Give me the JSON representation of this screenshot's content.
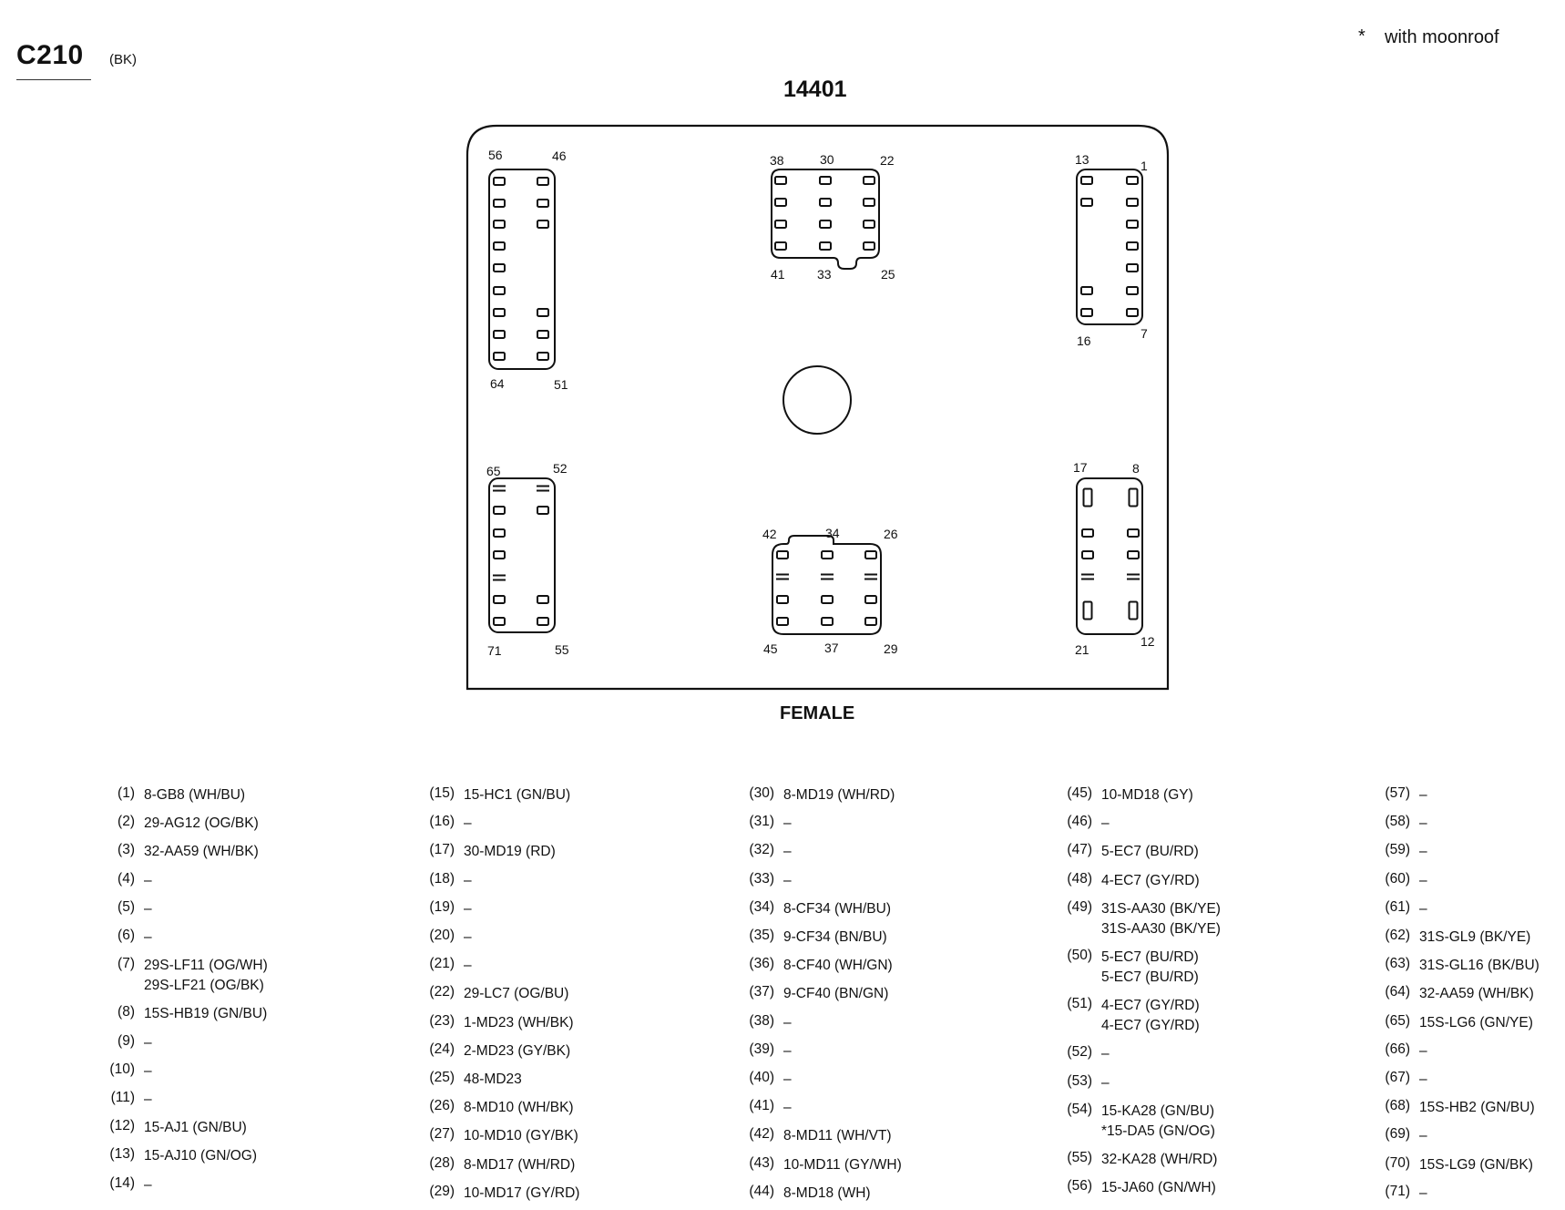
{
  "connector": {
    "id": "C210",
    "color": "(BK)",
    "part_number": "14401",
    "gender": "FEMALE"
  },
  "legend": {
    "symbol": "*",
    "text": "with moonroof"
  },
  "cavity_labels": {
    "b1": [
      "56",
      "46",
      "64",
      "51"
    ],
    "b2": [
      "38",
      "30",
      "22",
      "41",
      "33",
      "25"
    ],
    "b3": [
      "13",
      "1",
      "16",
      "7"
    ],
    "b4": [
      "65",
      "52",
      "71",
      "55"
    ],
    "b5": [
      "42",
      "34",
      "26",
      "45",
      "37",
      "29"
    ],
    "b6": [
      "17",
      "8",
      "21",
      "12"
    ]
  },
  "pins": [
    [
      {
        "n": "(1)",
        "w": [
          "8-GB8 (WH/BU)"
        ]
      },
      {
        "n": "(2)",
        "w": [
          "29-AG12 (OG/BK)"
        ]
      },
      {
        "n": "(3)",
        "w": [
          "32-AA59 (WH/BK)"
        ]
      },
      {
        "n": "(4)",
        "w": [
          "–"
        ]
      },
      {
        "n": "(5)",
        "w": [
          "–"
        ]
      },
      {
        "n": "(6)",
        "w": [
          "–"
        ]
      },
      {
        "n": "(7)",
        "w": [
          "29S-LF11 (OG/WH)",
          "29S-LF21 (OG/BK)"
        ]
      },
      {
        "n": "(8)",
        "w": [
          "15S-HB19 (GN/BU)"
        ]
      },
      {
        "n": "(9)",
        "w": [
          "–"
        ]
      },
      {
        "n": "(10)",
        "w": [
          "–"
        ]
      },
      {
        "n": "(11)",
        "w": [
          "–"
        ]
      },
      {
        "n": "(12)",
        "w": [
          "15-AJ1 (GN/BU)"
        ]
      },
      {
        "n": "(13)",
        "w": [
          "15-AJ10 (GN/OG)"
        ]
      },
      {
        "n": "(14)",
        "w": [
          "–"
        ]
      }
    ],
    [
      {
        "n": "(15)",
        "w": [
          "15-HC1 (GN/BU)"
        ]
      },
      {
        "n": "(16)",
        "w": [
          "–"
        ]
      },
      {
        "n": "(17)",
        "w": [
          "30-MD19 (RD)"
        ]
      },
      {
        "n": "(18)",
        "w": [
          "–"
        ]
      },
      {
        "n": "(19)",
        "w": [
          "–"
        ]
      },
      {
        "n": "(20)",
        "w": [
          "–"
        ]
      },
      {
        "n": "(21)",
        "w": [
          "–"
        ]
      },
      {
        "n": "(22)",
        "w": [
          "29-LC7 (OG/BU)"
        ]
      },
      {
        "n": "(23)",
        "w": [
          "1-MD23 (WH/BK)"
        ]
      },
      {
        "n": "(24)",
        "w": [
          "2-MD23 (GY/BK)"
        ]
      },
      {
        "n": "(25)",
        "w": [
          "48-MD23"
        ]
      },
      {
        "n": "(26)",
        "w": [
          "8-MD10 (WH/BK)"
        ]
      },
      {
        "n": "(27)",
        "w": [
          "10-MD10 (GY/BK)"
        ]
      },
      {
        "n": "(28)",
        "w": [
          "8-MD17 (WH/RD)"
        ]
      },
      {
        "n": "(29)",
        "w": [
          "10-MD17 (GY/RD)"
        ]
      }
    ],
    [
      {
        "n": "(30)",
        "w": [
          "8-MD19 (WH/RD)"
        ]
      },
      {
        "n": "(31)",
        "w": [
          "–"
        ]
      },
      {
        "n": "(32)",
        "w": [
          "–"
        ]
      },
      {
        "n": "(33)",
        "w": [
          "–"
        ]
      },
      {
        "n": "(34)",
        "w": [
          "8-CF34 (WH/BU)"
        ]
      },
      {
        "n": "(35)",
        "w": [
          "9-CF34 (BN/BU)"
        ]
      },
      {
        "n": "(36)",
        "w": [
          "8-CF40 (WH/GN)"
        ]
      },
      {
        "n": "(37)",
        "w": [
          "9-CF40 (BN/GN)"
        ]
      },
      {
        "n": "(38)",
        "w": [
          "–"
        ]
      },
      {
        "n": "(39)",
        "w": [
          "–"
        ]
      },
      {
        "n": "(40)",
        "w": [
          "–"
        ]
      },
      {
        "n": "(41)",
        "w": [
          "–"
        ]
      },
      {
        "n": "(42)",
        "w": [
          "8-MD11 (WH/VT)"
        ]
      },
      {
        "n": "(43)",
        "w": [
          "10-MD11 (GY/WH)"
        ]
      },
      {
        "n": "(44)",
        "w": [
          "8-MD18 (WH)"
        ]
      }
    ],
    [
      {
        "n": "(45)",
        "w": [
          "10-MD18 (GY)"
        ]
      },
      {
        "n": "(46)",
        "w": [
          "–"
        ]
      },
      {
        "n": "(47)",
        "w": [
          "5-EC7 (BU/RD)"
        ]
      },
      {
        "n": "(48)",
        "w": [
          "4-EC7 (GY/RD)"
        ]
      },
      {
        "n": "(49)",
        "w": [
          "31S-AA30 (BK/YE)",
          "31S-AA30 (BK/YE)"
        ]
      },
      {
        "n": "(50)",
        "w": [
          "5-EC7 (BU/RD)",
          "5-EC7 (BU/RD)"
        ]
      },
      {
        "n": "(51)",
        "w": [
          "4-EC7 (GY/RD)",
          "4-EC7 (GY/RD)"
        ]
      },
      {
        "n": "(52)",
        "w": [
          "–"
        ]
      },
      {
        "n": "(53)",
        "w": [
          "–"
        ]
      },
      {
        "n": "(54)",
        "w": [
          "15-KA28 (GN/BU)",
          "*15-DA5 (GN/OG)"
        ]
      },
      {
        "n": "(55)",
        "w": [
          "32-KA28 (WH/RD)"
        ]
      },
      {
        "n": "(56)",
        "w": [
          "15-JA60 (GN/WH)"
        ]
      }
    ],
    [
      {
        "n": "(57)",
        "w": [
          "–"
        ]
      },
      {
        "n": "(58)",
        "w": [
          "–"
        ]
      },
      {
        "n": "(59)",
        "w": [
          "–"
        ]
      },
      {
        "n": "(60)",
        "w": [
          "–"
        ]
      },
      {
        "n": "(61)",
        "w": [
          "–"
        ]
      },
      {
        "n": "(62)",
        "w": [
          "31S-GL9 (BK/YE)"
        ]
      },
      {
        "n": "(63)",
        "w": [
          "31S-GL16 (BK/BU)"
        ]
      },
      {
        "n": "(64)",
        "w": [
          "32-AA59 (WH/BK)"
        ]
      },
      {
        "n": "(65)",
        "w": [
          "15S-LG6 (GN/YE)"
        ]
      },
      {
        "n": "(66)",
        "w": [
          "–"
        ]
      },
      {
        "n": "(67)",
        "w": [
          "–"
        ]
      },
      {
        "n": "(68)",
        "w": [
          "15S-HB2 (GN/BU)"
        ]
      },
      {
        "n": "(69)",
        "w": [
          "–"
        ]
      },
      {
        "n": "(70)",
        "w": [
          "15S-LG9 (GN/BK)"
        ]
      },
      {
        "n": "(71)",
        "w": [
          "–"
        ]
      }
    ]
  ]
}
